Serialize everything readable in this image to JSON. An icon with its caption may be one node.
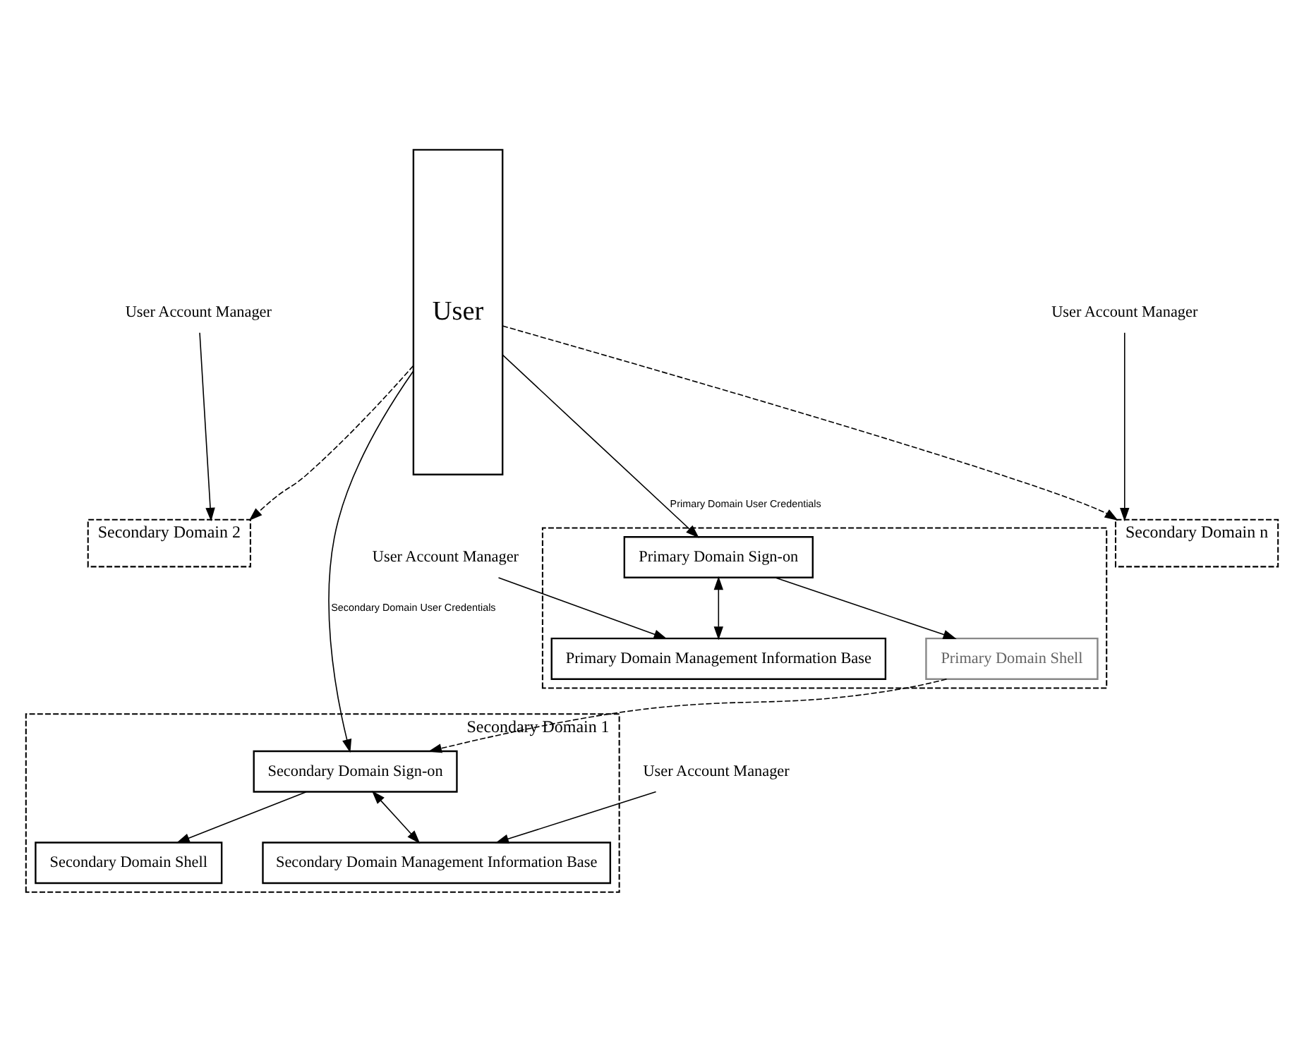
{
  "diagram": {
    "nodes": [
      {
        "text": [
          "User"
        ]
      },
      {
        "text": [],
        "shape": "box"
      },
      {
        "text": [
          "Primary Domain Sign-on"
        ],
        "in": 1
      },
      {
        "text": [
          "Primary Domain Management Information Base"
        ],
        "in": 1
      },
      {
        "text": [
          "Primary Domain Shell"
        ],
        "in": 1
      },
      {
        "text": [
          "Secondary Domain n"
        ]
      },
      {
        "text": [
          "Secondary Domain 2"
        ]
      },
      {
        "text": [
          "Secondary Domain 1"
        ]
      },
      {
        "text": [
          "Secondary Domain Sign-on"
        ],
        "in": 7
      },
      {
        "text": [
          "Secondary Domain Management Information Base"
        ],
        "in": 7
      },
      {
        "text": [
          "Secondary Domain Shell"
        ],
        "in": 7
      },
      {
        "text": [
          "User Account Manager"
        ]
      },
      {
        "text": [
          "User Account Manager"
        ]
      },
      {
        "text": [
          "User Account Manager"
        ]
      },
      {
        "text": [
          "User Account Manager"
        ]
      }
    ],
    "edges": [
      {
        "from": 0,
        "to": 2,
        "arrow": "to",
        "label": "Primary Domain User Credentials"
      },
      {
        "from": 2,
        "to": 3,
        "arrow": "both"
      },
      {
        "from": 11,
        "to": 3,
        "arrow": "to"
      },
      {
        "from": 2,
        "to": 4,
        "arrow": "to"
      },
      {
        "from": 4,
        "to": 8,
        "arrow": "to",
        "style": "dashed"
      },
      {
        "from": 0,
        "to": 5,
        "arrow": "to",
        "style": "dashed"
      },
      {
        "from": 0,
        "to": 6,
        "arrow": "to",
        "style": "dashed"
      },
      {
        "from": 0,
        "to": 8,
        "arrow": "to",
        "label": "Secondary Domain User Credentials"
      },
      {
        "from": 8,
        "to": 9,
        "arrow": "both"
      },
      {
        "from": 8,
        "to": 10,
        "arrow": "to"
      },
      {
        "from": 12,
        "to": 5,
        "arrow": "to"
      },
      {
        "from": 13,
        "to": 6,
        "arrow": "to"
      },
      {
        "from": 14,
        "to": 9,
        "arrow": "to"
      }
    ]
  }
}
